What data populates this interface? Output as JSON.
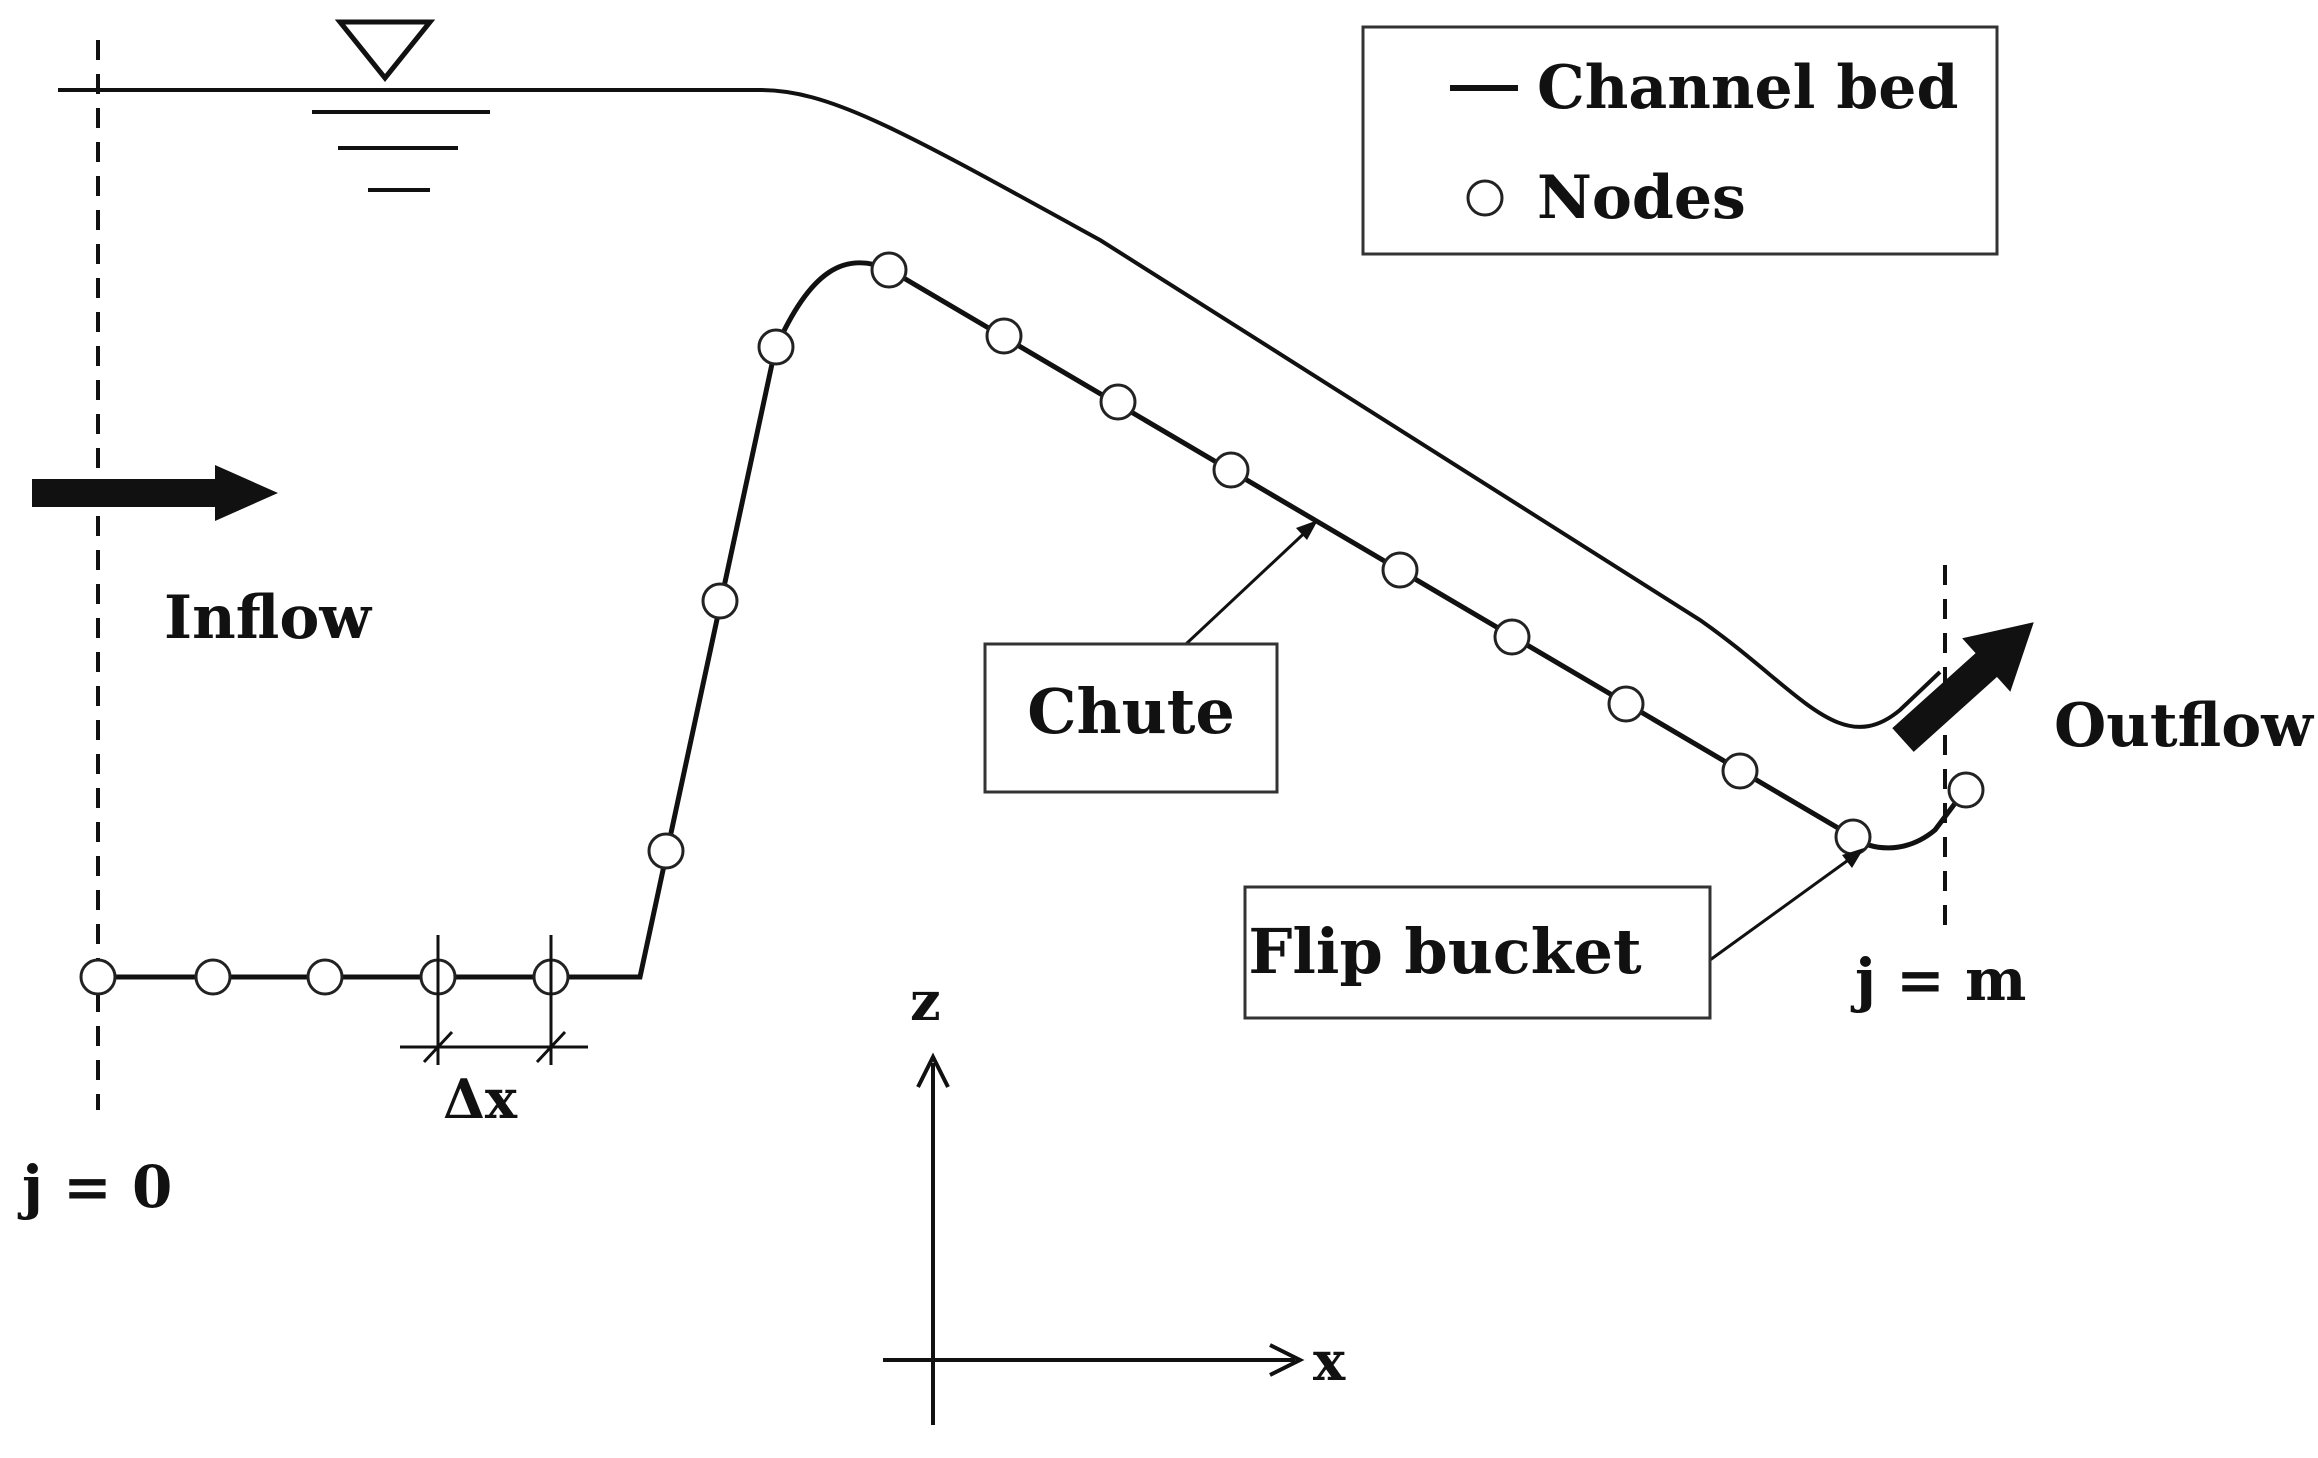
{
  "legend": {
    "channel_bed": "Channel bed",
    "nodes": "Nodes"
  },
  "labels": {
    "inflow": "Inflow",
    "outflow": "Outflow",
    "chute": "Chute",
    "flip_bucket": "Flip bucket",
    "j_start": "j = 0",
    "j_end": "j = m",
    "dx": "Δx",
    "axis_z": "z",
    "axis_x": "x"
  },
  "colors": {
    "ink": "#111111",
    "background": "#ffffff"
  },
  "icons": {
    "water_surface_marker": "inverted-triangle-with-lines",
    "inflow_arrow": "thick-arrow-right",
    "outflow_arrow": "thick-arrow-up-right"
  }
}
